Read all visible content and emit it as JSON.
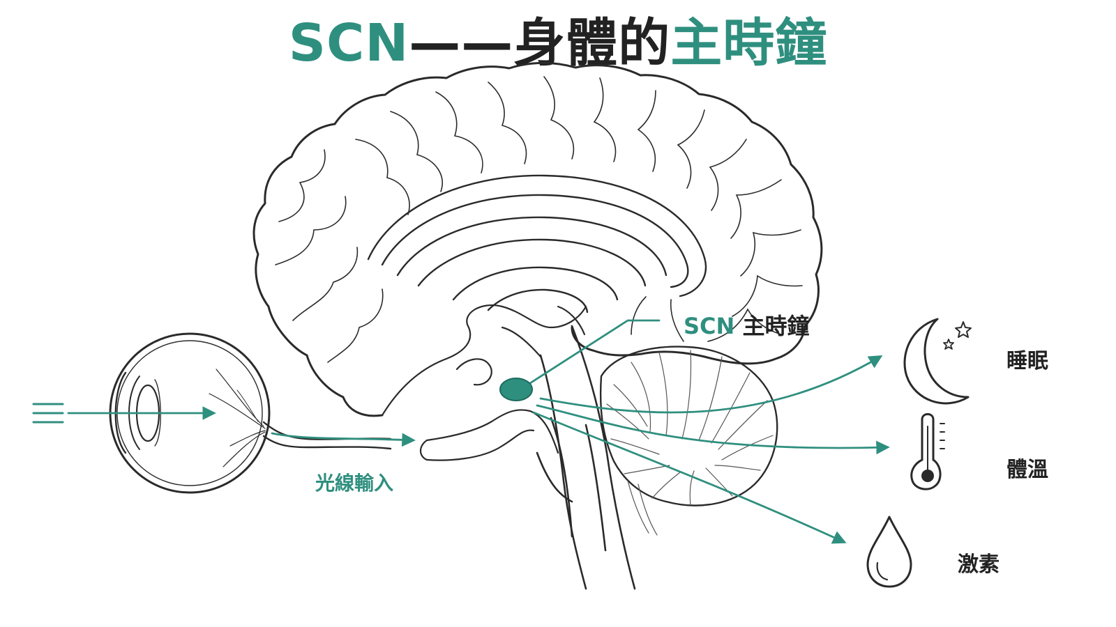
{
  "title": {
    "part1": "SCN",
    "part2": "——身體的",
    "part3": "主時鐘"
  },
  "labels": {
    "scn_prefix": "SCN",
    "scn_suffix": " 主時鐘",
    "light_input": "光線輸入",
    "sleep": "睡眠",
    "body_temperature": "體溫",
    "hormones": "激素"
  },
  "colors": {
    "accent": "#2f8f7f",
    "line": "#2a2a2a",
    "text": "#222222"
  },
  "icons": [
    "light-rays-icon",
    "eye-icon",
    "moon-stars-icon",
    "thermometer-icon",
    "droplet-icon"
  ]
}
